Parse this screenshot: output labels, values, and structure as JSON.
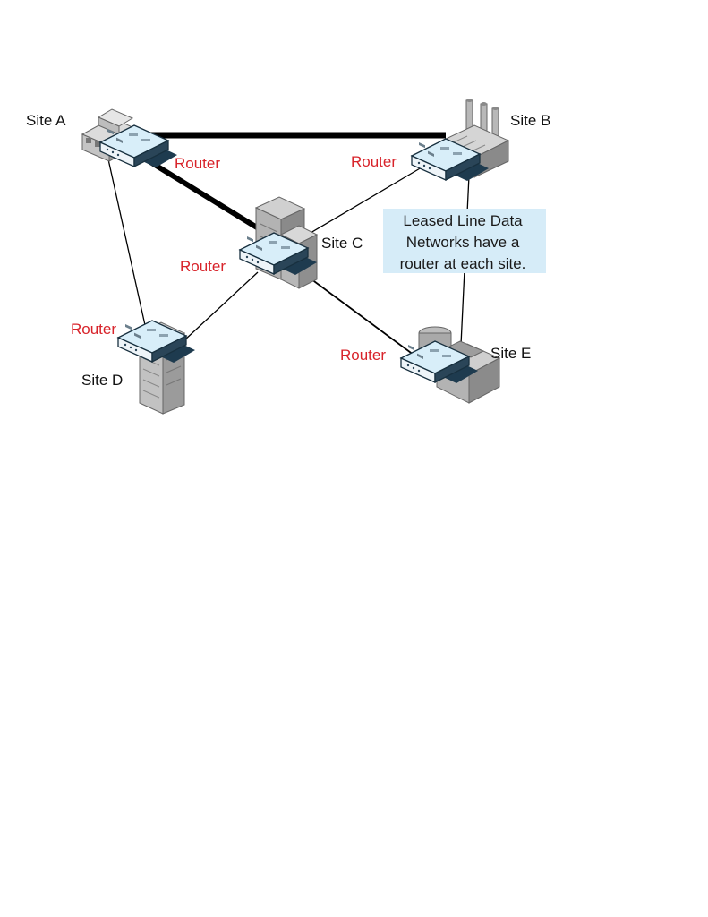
{
  "sites": {
    "a": "Site A",
    "b": "Site B",
    "c": "Site C",
    "d": "Site D",
    "e": "Site E"
  },
  "routers": {
    "a": "Router",
    "b": "Router",
    "c": "Router",
    "d": "Router",
    "e": "Router"
  },
  "note": {
    "line1": "Leased Line Data",
    "line2": "Networks have a",
    "line3": "router at each site."
  },
  "colors": {
    "router_label": "#d8232a",
    "note_background": "#d6ecf8",
    "router_body": "#cfe9f7"
  }
}
